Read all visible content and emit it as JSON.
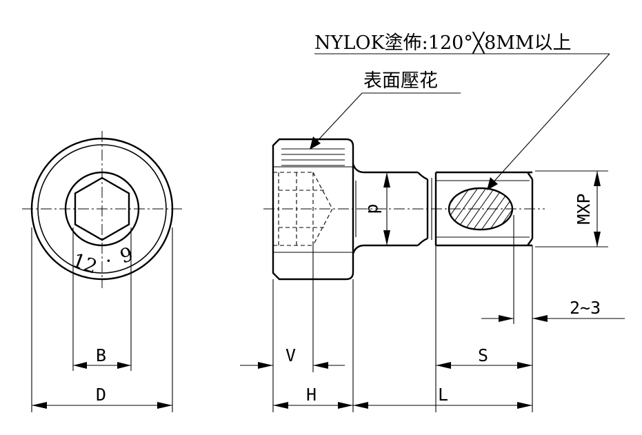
{
  "notes": {
    "nylok": "NYLOK塗佈:120°╳8MM以上",
    "knurl": "表面壓花"
  },
  "grade_marking": [
    "12",
    "·",
    "9"
  ],
  "dimensions": {
    "B": "B",
    "D": "D",
    "V": "V",
    "H": "H",
    "L": "L",
    "S": "S",
    "d": "d",
    "MXP": "MXP",
    "gap": "2~3"
  }
}
